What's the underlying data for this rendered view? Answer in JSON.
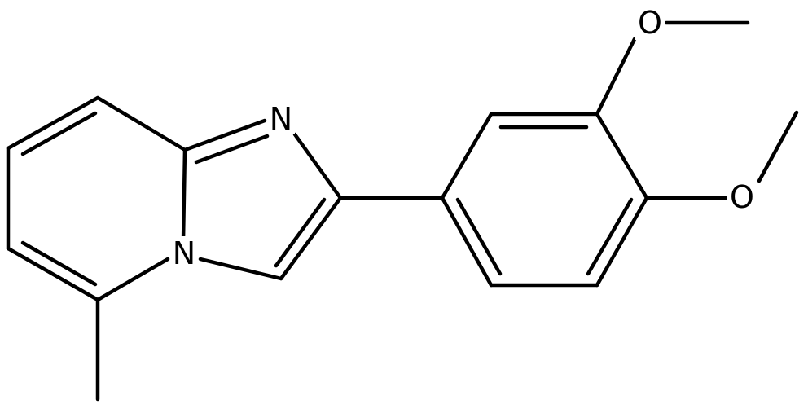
{
  "molecule": {
    "atom_labels": {
      "n_imidazole": "N",
      "n_bridgehead": "N",
      "o_methoxy_top": "O",
      "o_methoxy_right": "O"
    }
  },
  "colors": {
    "bond": "#000000",
    "background": "#ffffff"
  }
}
